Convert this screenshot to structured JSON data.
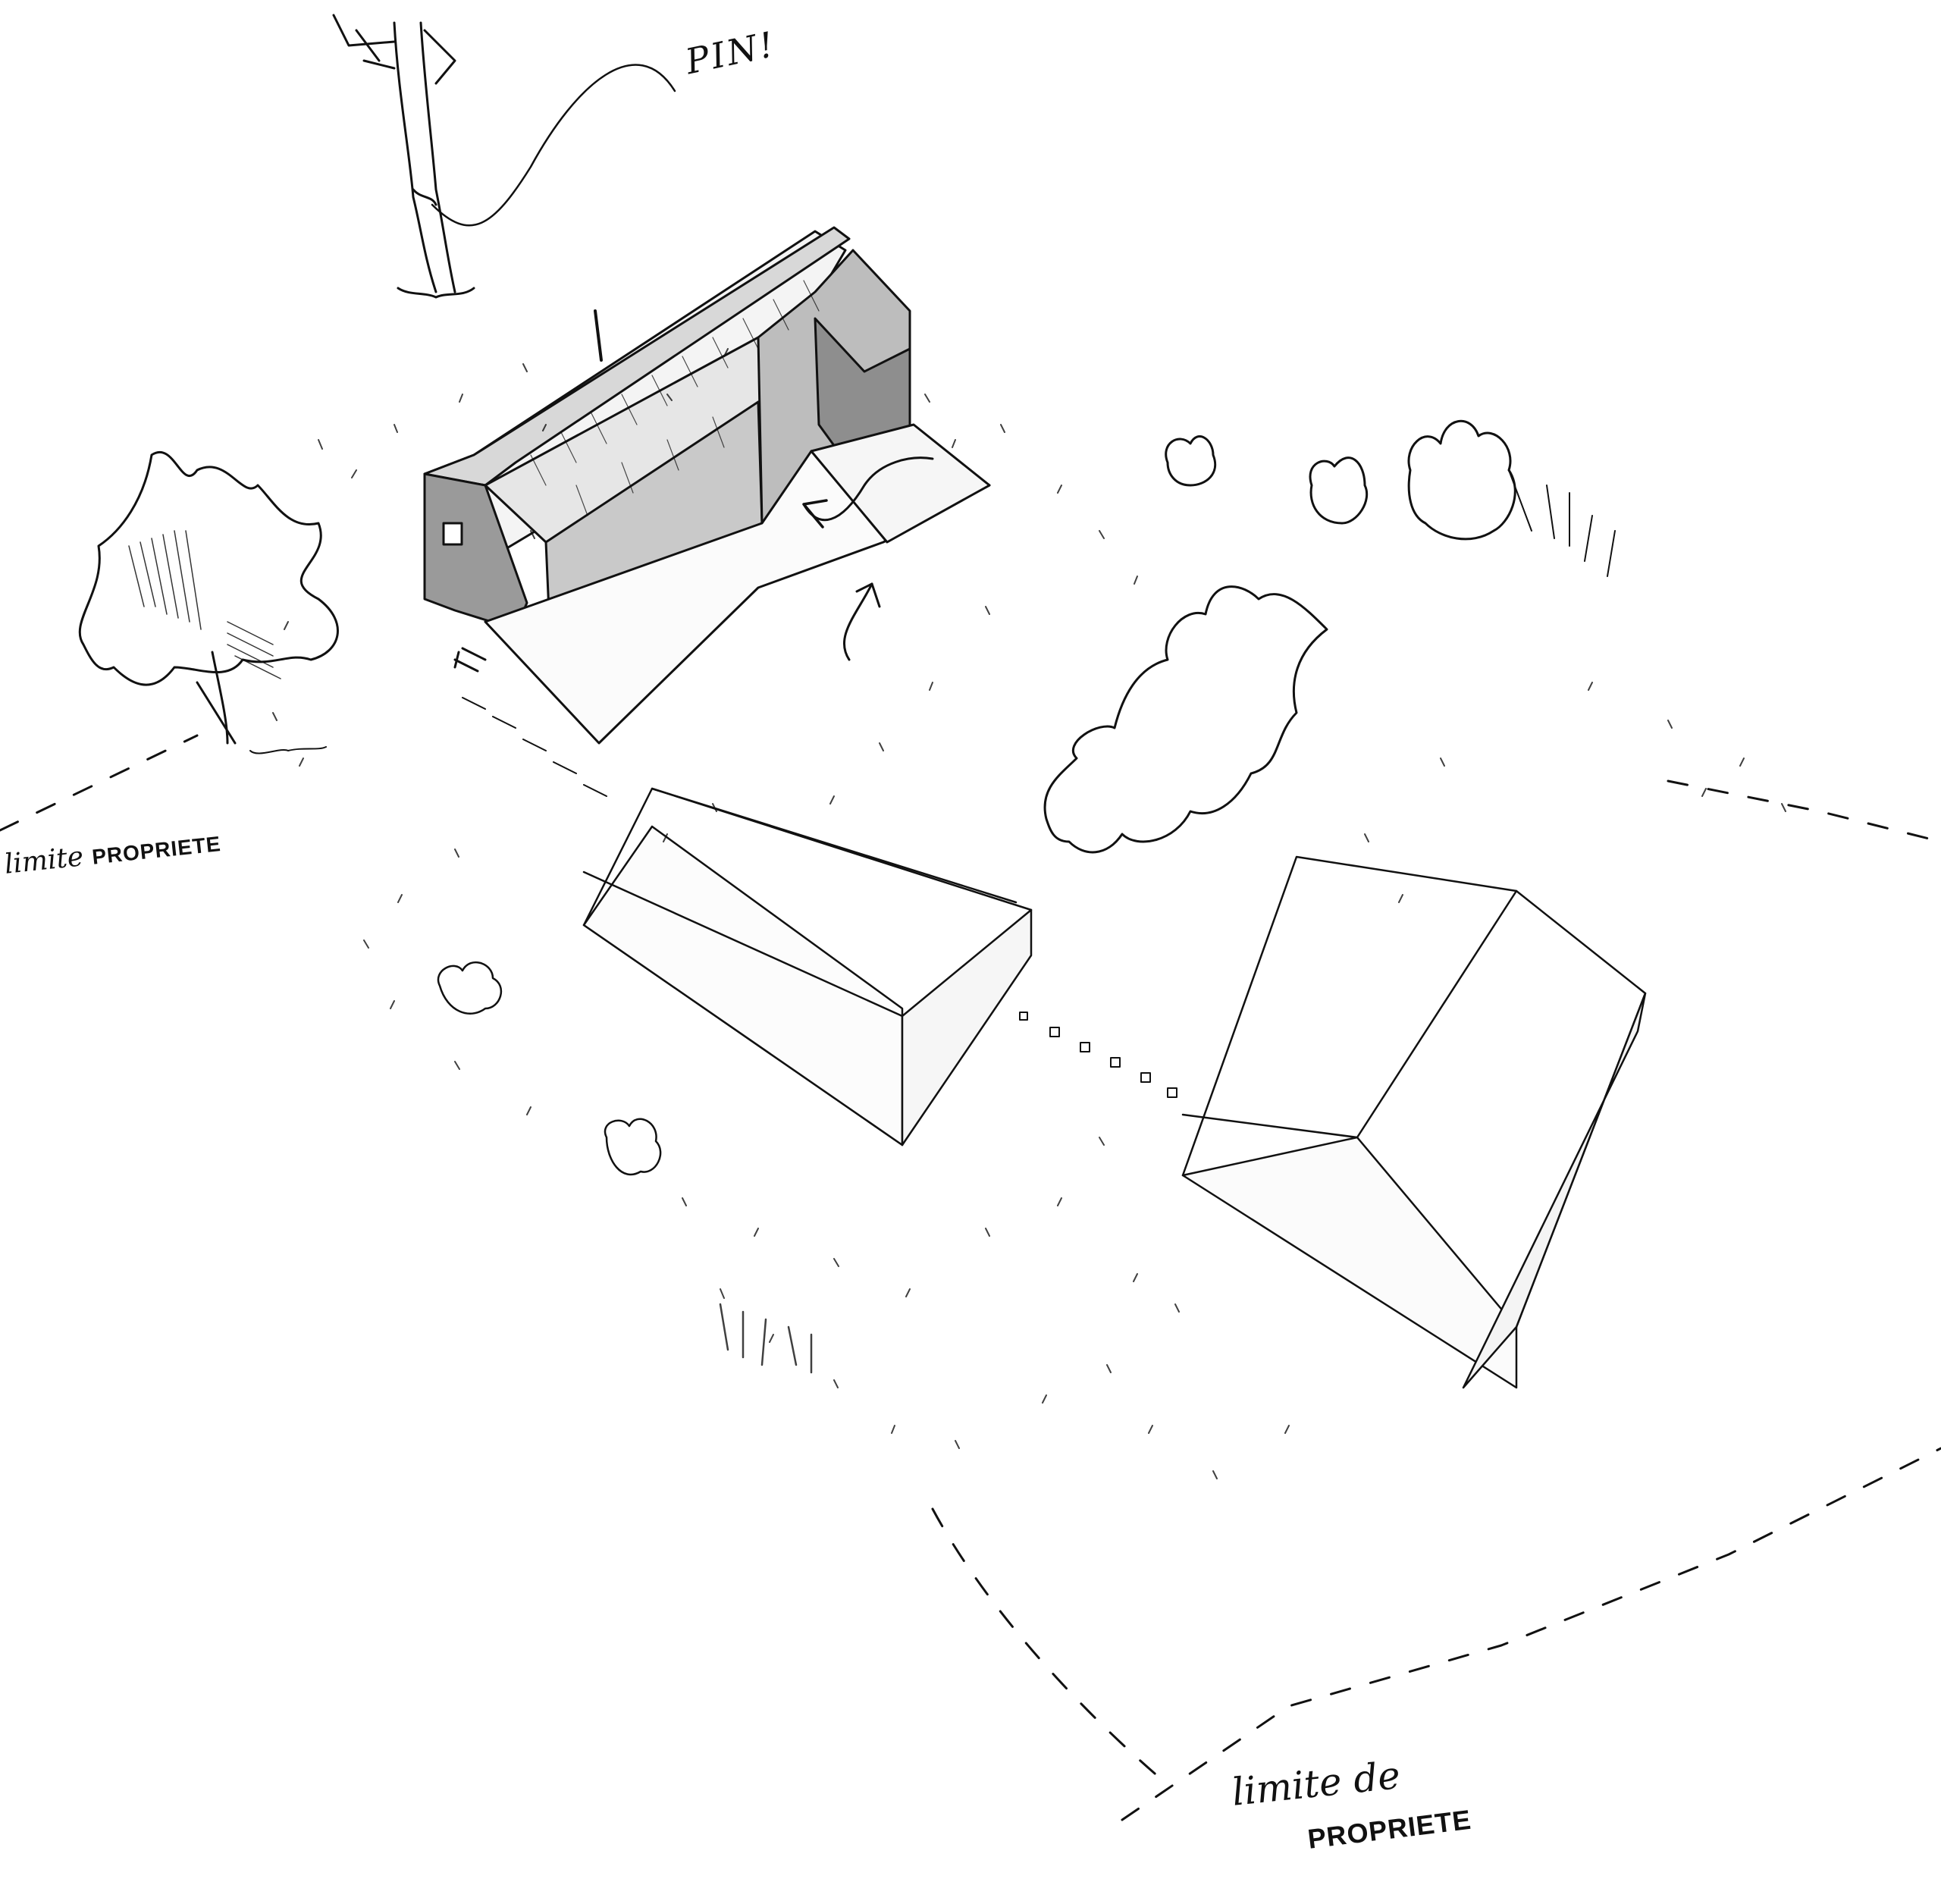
{
  "drawing": {
    "type": "hand-drawn axonometric site sketch",
    "medium": "black ink on white paper",
    "colors": {
      "ink": "#111111",
      "paper": "#ffffff"
    }
  },
  "labels": {
    "tree_callout": "PIN!",
    "left_boundary": {
      "prefix": "limite",
      "caps": "PROPRIETE"
    },
    "bottom_boundary": {
      "line1": "limite de",
      "line2": "PROPRIETE"
    }
  },
  "elements": {
    "existing_house": "hatched gabled house with lower annex, chimney pipe, deck/terrace and entry arrows",
    "new_volume_1": "plain rectangular block volume (center)",
    "new_volume_2": "plain rectangular block volume (right)",
    "tree_pine": "tall pine trunk at top, annotated PIN!",
    "tree_cluster_left": "deciduous tree cluster with hatched shading",
    "hedge_right": "line of shrubs and trees along the upper right",
    "boundary_lines": [
      "left property limit (dashed)",
      "lower property limit (dashed, forming corner)"
    ],
    "path": "small dotted/stepping path linking volumes"
  }
}
